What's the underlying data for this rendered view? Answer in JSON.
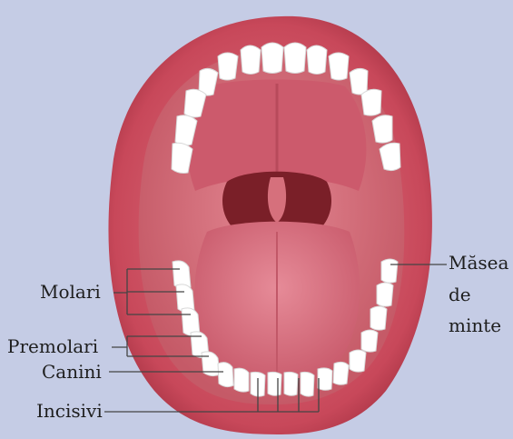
{
  "labels": {
    "molari": "Molari",
    "premolari": "Premolari",
    "canini": "Canini",
    "incisivi": "Incisivi",
    "masea_line1": "Măsea",
    "masea_line2": "de",
    "masea_line3": "minte"
  },
  "colors": {
    "background": "#c5cce5",
    "lips": "#c8485a",
    "mouth_inner": "#d9707a",
    "palate": "#cc5a6c",
    "throat": "#7a1f28",
    "tongue": "#d96a7c",
    "teeth": "#ffffff",
    "leader_lines": "#444444"
  }
}
